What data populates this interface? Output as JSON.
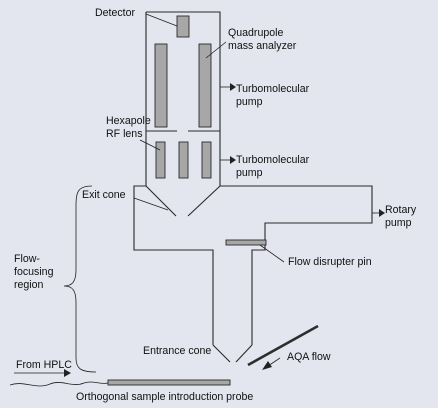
{
  "labels": {
    "detector": "Detector",
    "quadrupole_line1": "Quadrupole",
    "quadrupole_line2": "mass analyzer",
    "turbo1_line1": "Turbomolecular",
    "turbo1_line2": "pump",
    "hexapole_line1": "Hexapole",
    "hexapole_line2": "RF lens",
    "turbo2_line1": "Turbomolecular",
    "turbo2_line2": "pump",
    "exit_cone": "Exit cone",
    "rotary_line1": "Rotary",
    "rotary_line2": "pump",
    "flow_disrupter": "Flow disrupter pin",
    "flow_focusing_line1": "Flow-",
    "flow_focusing_line2": "focusing",
    "flow_focusing_line3": "region",
    "entrance_cone": "Entrance cone",
    "aqa_flow": "AQA flow",
    "from_hplc": "From HPLC",
    "probe": "Orthogonal sample introduction probe"
  }
}
